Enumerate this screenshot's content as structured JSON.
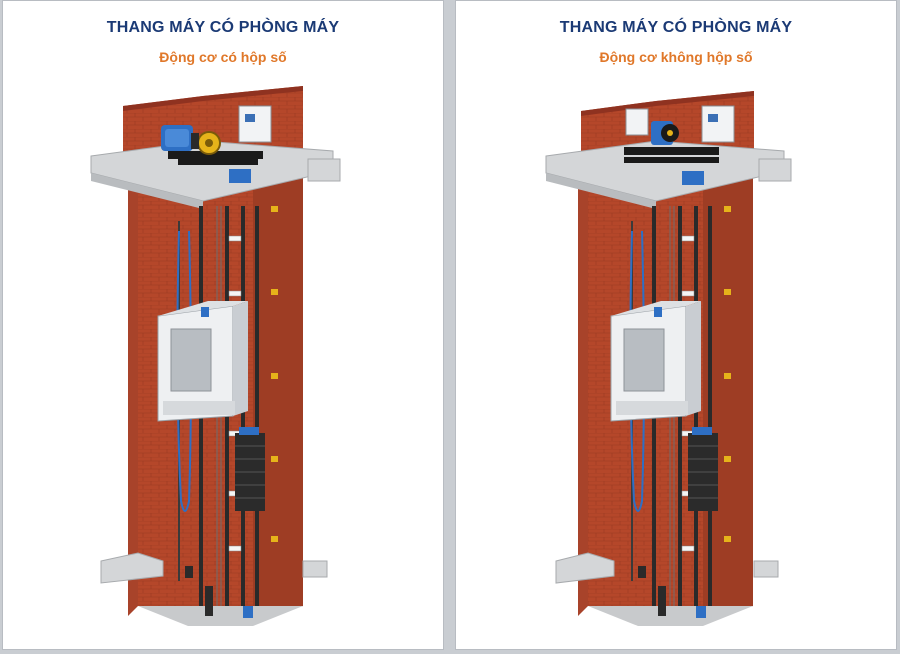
{
  "panels": [
    {
      "title": "THANG MÁY CÓ PHÒNG MÁY",
      "subtitle": "Động cơ có hộp số"
    },
    {
      "title": "THANG MÁY CÓ PHÒNG MÁY",
      "subtitle": "Động cơ không hộp số"
    }
  ],
  "colors": {
    "title": "#1b3a75",
    "subtitle": "#e0782a",
    "brick": "#b5472a",
    "brick_dark": "#8f3220",
    "concrete": "#d4d6d8",
    "motor_blue": "#2e6fc4",
    "gear_yellow": "#e6b31a",
    "rail": "#2a2a2a",
    "cabin": "#eef0f2"
  },
  "icons": [
    "elevator-shaft-diagram",
    "geared-motor-icon",
    "gearless-motor-icon",
    "control-cabinet-icon",
    "elevator-cabin-icon",
    "counterweight-icon"
  ]
}
